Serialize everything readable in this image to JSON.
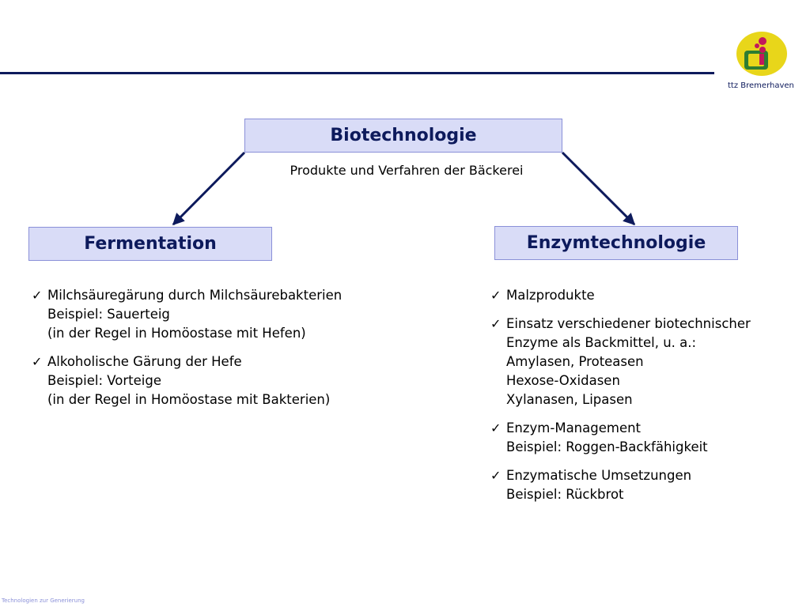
{
  "header": {
    "logo_text": "ttz Bremerhaven",
    "rule_color": "#0d1a5c"
  },
  "diagram": {
    "root_label": "Biotechnologie",
    "subtitle": "Produkte und Verfahren der Bäckerei",
    "left_label": "Fermentation",
    "right_label": "Enzymtechnologie",
    "box_fill": "#d9dcf7",
    "box_text_color": "#0d1a5c"
  },
  "left_list": [
    {
      "lines": [
        "Milchsäuregärung durch Milchsäurebakterien",
        "Beispiel: Sauerteig",
        "(in der Regel in Homöostase mit Hefen)"
      ]
    },
    {
      "lines": [
        "Alkoholische Gärung der Hefe",
        "Beispiel: Vorteige",
        "(in der Regel in Homöostase mit Bakterien)"
      ]
    }
  ],
  "right_list": [
    {
      "lines": [
        "Malzprodukte"
      ]
    },
    {
      "lines": [
        "Einsatz verschiedener biotechnischer",
        "Enzyme als Backmittel, u. a.:",
        "Amylasen, Proteasen",
        "Hexose-Oxidasen",
        "Xylanasen, Lipasen"
      ]
    },
    {
      "lines": [
        "Enzym-Management",
        "Beispiel: Roggen-Backfähigkeit"
      ]
    },
    {
      "lines": [
        "Enzymatische Umsetzungen",
        "Beispiel: Rückbrot"
      ]
    }
  ],
  "check_glyph": "✓",
  "footer": {
    "text": "Technologien zur Generierung"
  }
}
